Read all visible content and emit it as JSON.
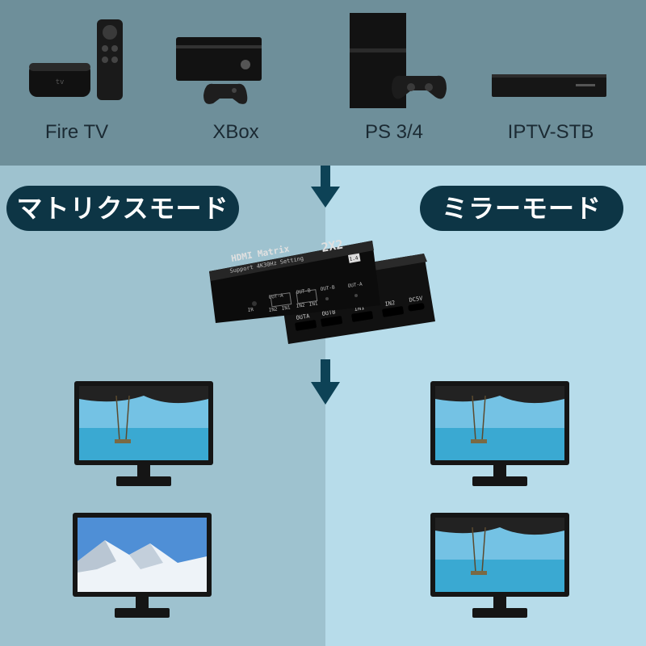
{
  "devices": [
    {
      "label": "Fire TV",
      "icon": "fire-tv-box-with-remote-icon"
    },
    {
      "label": "XBox",
      "icon": "xbox-console-with-controller-icon"
    },
    {
      "label": "PS 3/4",
      "icon": "ps4-console-with-controller-icon"
    },
    {
      "label": "IPTV-STB",
      "icon": "set-top-box-icon"
    }
  ],
  "modes": {
    "matrix": "マトリクスモード",
    "mirror": "ミラーモード"
  },
  "device": {
    "brand": "HDMI Matrix",
    "model": "2X2",
    "subtitle": "Support 4K30Hz Setting",
    "badge": "1.4",
    "front_ports": [
      "OUT-A",
      "OUT-B",
      "OUT-B",
      "OUT-A"
    ],
    "front_labels": [
      "IR",
      "IN2",
      "IN1",
      "IN2",
      "IN1"
    ],
    "rear_ports": [
      "OUTA",
      "OUTB",
      "IN1",
      "IN2",
      "DC5V"
    ]
  },
  "colors": {
    "pill_bg": "#0d3545",
    "arrow": "#0d4256",
    "top_band": "#6e8f9a",
    "left_panel": "#9ec2cf",
    "right_panel": "#b7dcea"
  }
}
